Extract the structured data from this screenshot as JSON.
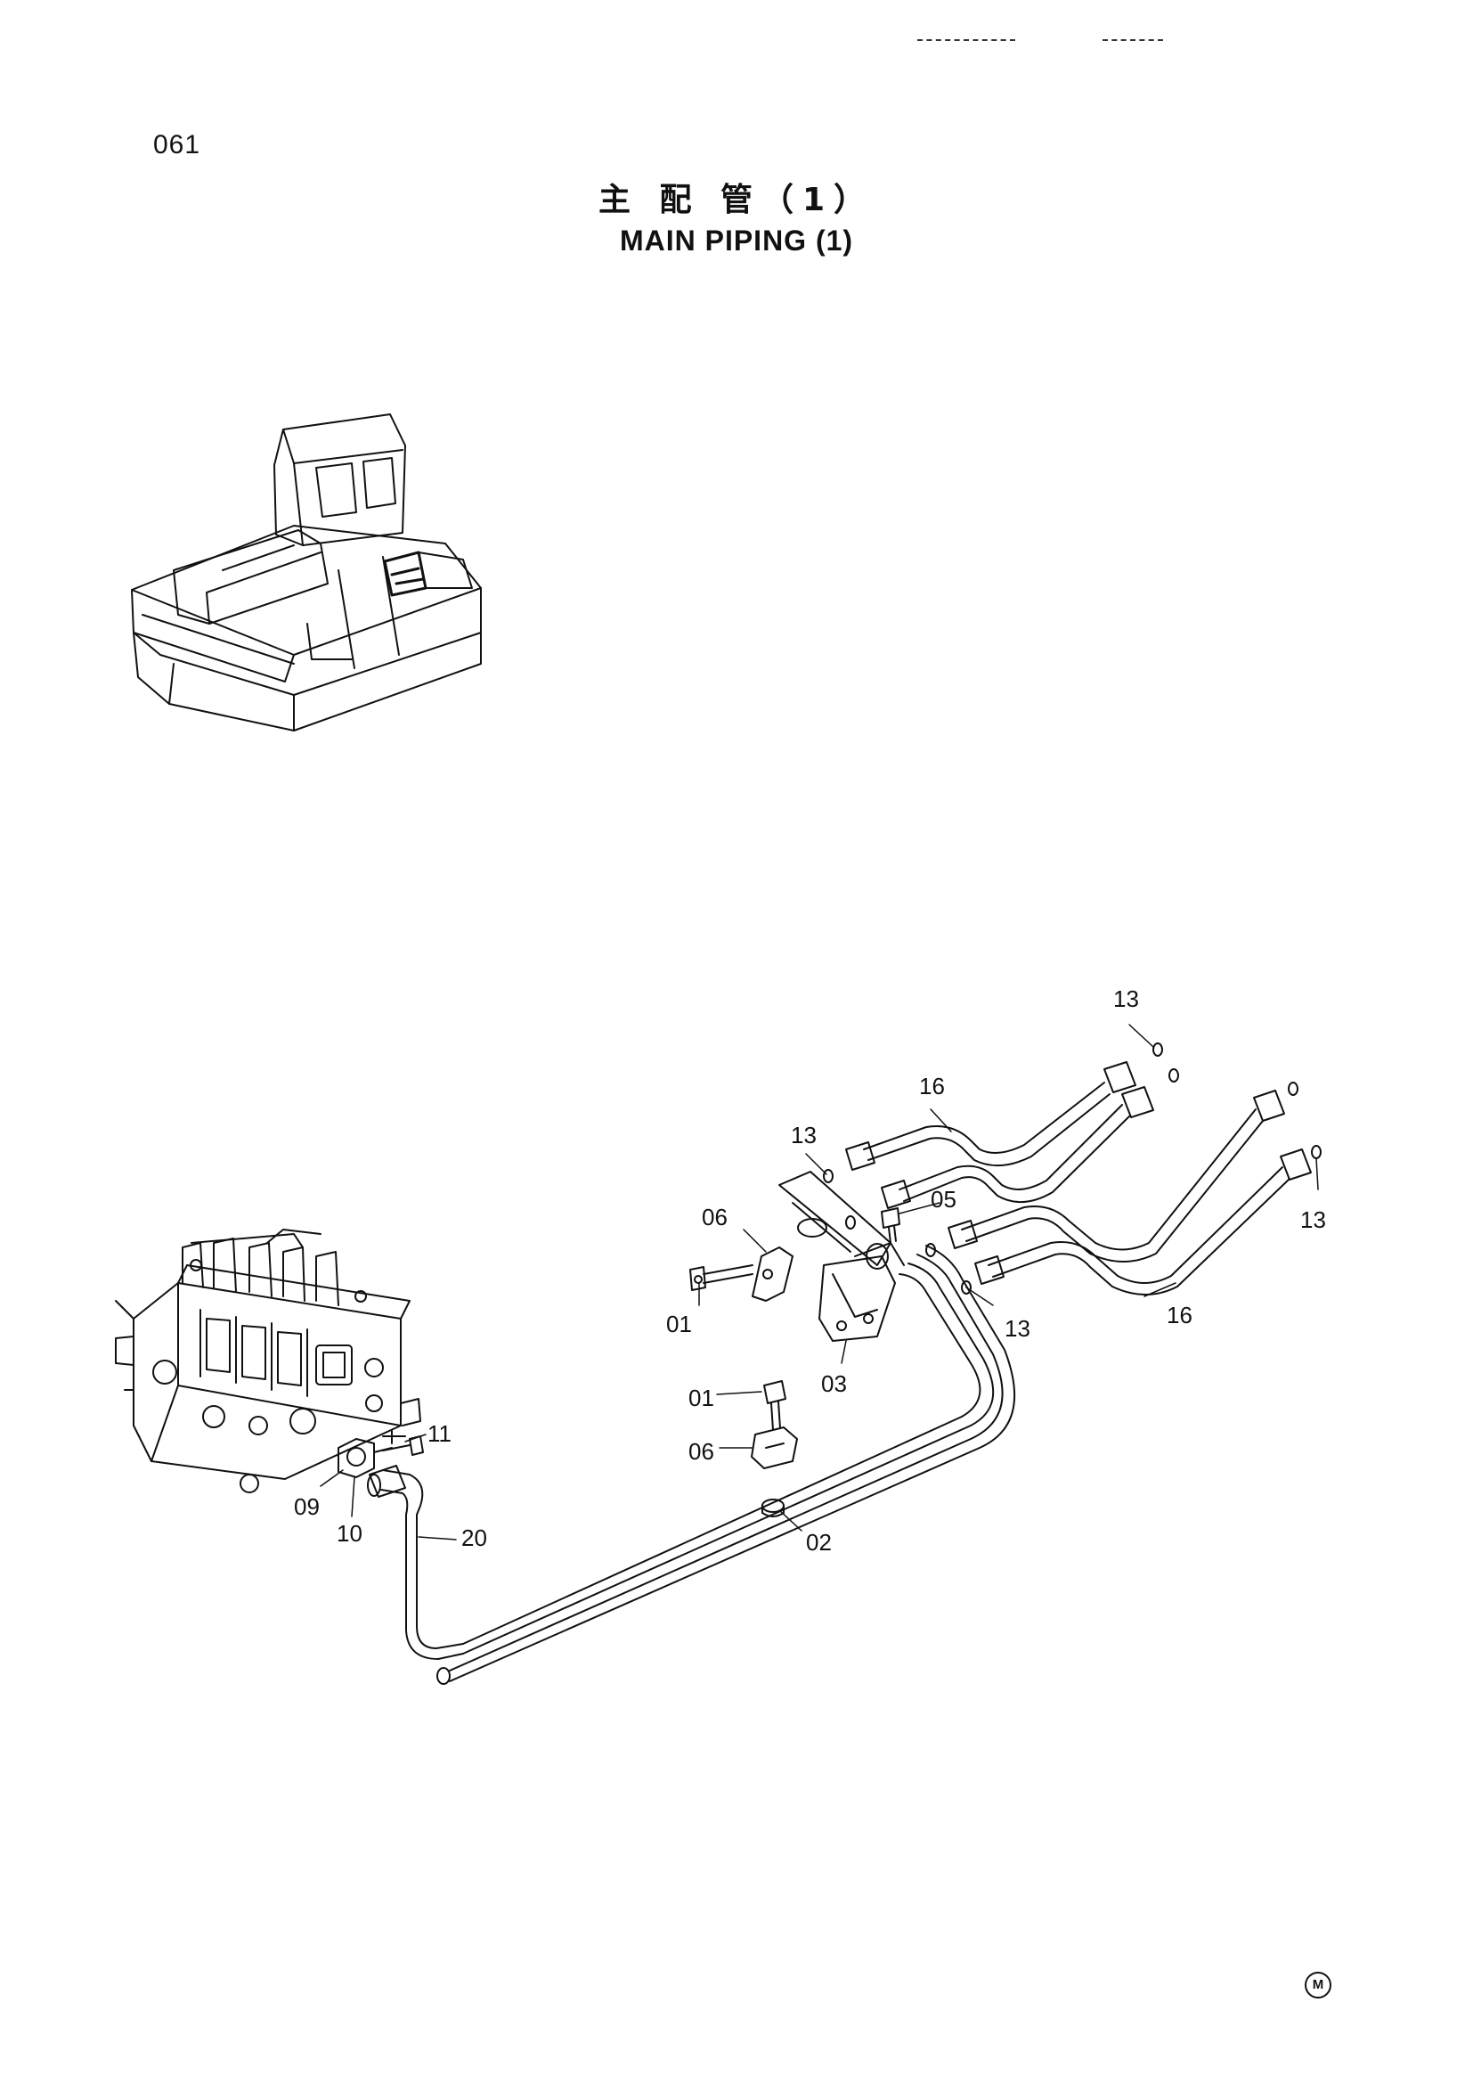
{
  "page": {
    "number": "061",
    "title_jp": "主 配 管（1）",
    "title_en": "MAIN  PIPING (1)",
    "logo_mark": "M"
  },
  "callouts": [
    {
      "id": "c13a",
      "label": "13"
    },
    {
      "id": "c16a",
      "label": "16"
    },
    {
      "id": "c13b",
      "label": "13"
    },
    {
      "id": "c05",
      "label": "05"
    },
    {
      "id": "c06a",
      "label": "06"
    },
    {
      "id": "c13c",
      "label": "13"
    },
    {
      "id": "c01a",
      "label": "01"
    },
    {
      "id": "c13d",
      "label": "13"
    },
    {
      "id": "c16b",
      "label": "16"
    },
    {
      "id": "c03",
      "label": "03"
    },
    {
      "id": "c01b",
      "label": "01"
    },
    {
      "id": "c11",
      "label": "11"
    },
    {
      "id": "c06b",
      "label": "06"
    },
    {
      "id": "c09",
      "label": "09"
    },
    {
      "id": "c10",
      "label": "10"
    },
    {
      "id": "c20",
      "label": "20"
    },
    {
      "id": "c02",
      "label": "02"
    }
  ],
  "icons": [
    "excavator-location-icon",
    "control-valve-icon",
    "registered-mark-icon"
  ]
}
